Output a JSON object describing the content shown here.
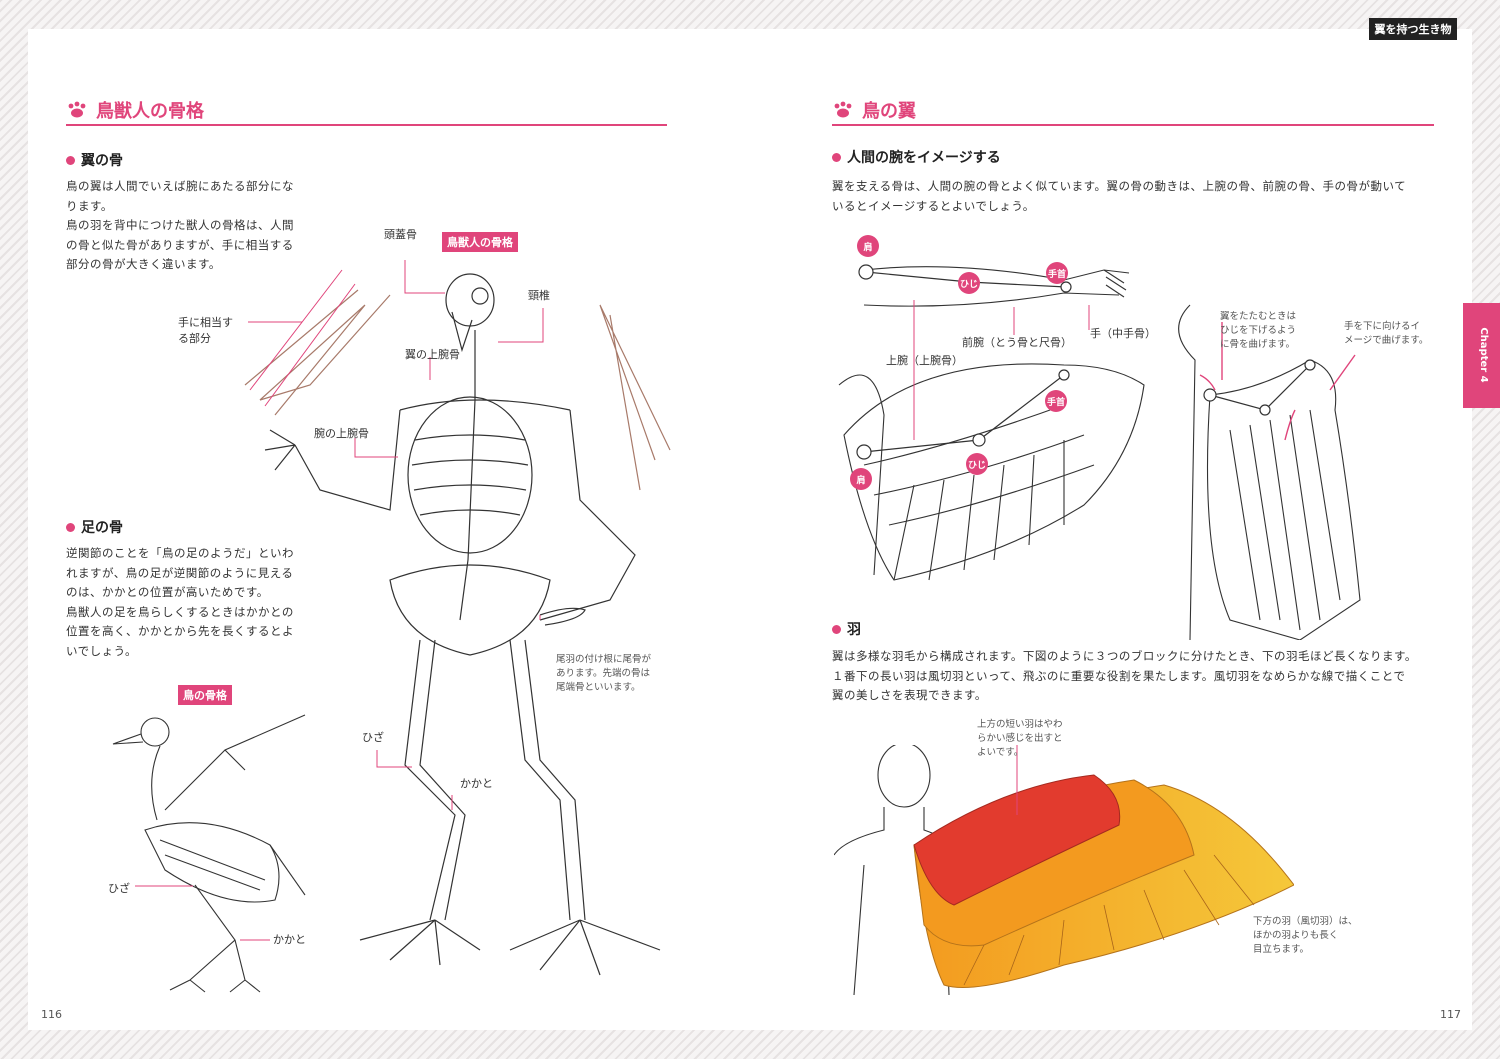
{
  "header_tag": "翼を持つ生き物",
  "chapter_tab": "Chapter 4",
  "left": {
    "title": "鳥獣人の骨格",
    "wing_heading": "翼の骨",
    "wing_text": [
      "鳥の翼は人間でいえば腕にあたる部分にな",
      "ります。",
      "鳥の羽を背中につけた獣人の骨格は、人間",
      "の骨と似た骨がありますが、手に相当する",
      "部分の骨が大きく違います。"
    ],
    "leg_heading": "足の骨",
    "leg_text": [
      "逆関節のことを「鳥の足のようだ」といわ",
      "れますが、鳥の足が逆関節のように見える",
      "のは、かかとの位置が高いためです。",
      "鳥獣人の足を鳥らしくするときはかかとの",
      "位置を高く、かかとから先を長くするとよ",
      "いでしょう。"
    ],
    "skeleton_tag": "鳥獣人の骨格",
    "labels": {
      "skull": "頭蓋骨",
      "neck": "頸椎",
      "hand_line1": "手に相当す",
      "hand_line2": "る部分",
      "wing_humerus": "翼の上腕骨",
      "arm_humerus": "腕の上腕骨",
      "knee": "ひざ",
      "heel": "かかと"
    },
    "tail_note": [
      "尾羽の付け根に尾骨が",
      "あります。先端の骨は",
      "尾端骨といいます。"
    ],
    "bird_tag": "鳥の骨格",
    "bird_knee": "ひざ",
    "bird_heel": "かかと",
    "page_number": "116"
  },
  "right": {
    "title": "鳥の翼",
    "arm_heading": "人間の腕をイメージする",
    "arm_text": [
      "翼を支える骨は、人間の腕の骨とよく似ています。翼の骨の動きは、上腕の骨、前腕の骨、手の骨が動いて",
      "いるとイメージするとよいでしょう。"
    ],
    "badges": {
      "shoulder": "肩",
      "elbow": "ひじ",
      "wrist": "手首"
    },
    "labels": {
      "forearm": "前腕（とう骨と尺骨）",
      "hand": "手（中手骨）",
      "upper_arm": "上腕（上腕骨）"
    },
    "fold_note": [
      "翼をたたむときは",
      "ひじを下げるよう",
      "に骨を曲げます。"
    ],
    "hand_down_note": [
      "手を下に向けるイ",
      "メージで曲げます。"
    ],
    "feather_heading": "羽",
    "feather_text": [
      "翼は多様な羽毛から構成されます。下図のように３つのブロックに分けたとき、下の羽毛ほど長くなります。",
      "１番下の長い羽は風切羽といって、飛ぶのに重要な役割を果たします。風切羽をなめらかな線で描くことで",
      "翼の美しさを表現できます。"
    ],
    "top_feather_note": [
      "上方の短い羽はやわ",
      "らかい感じを出すと",
      "よいです。"
    ],
    "bottom_feather_note": [
      "下方の羽（風切羽）は、",
      "ほかの羽よりも長く",
      "目立ちます。"
    ],
    "page_number": "117"
  },
  "colors": {
    "accent": "#e0457b",
    "wing_top": "#e23b2e",
    "wing_mid": "#f39a1f",
    "wing_bottom": "#f5c83a"
  }
}
